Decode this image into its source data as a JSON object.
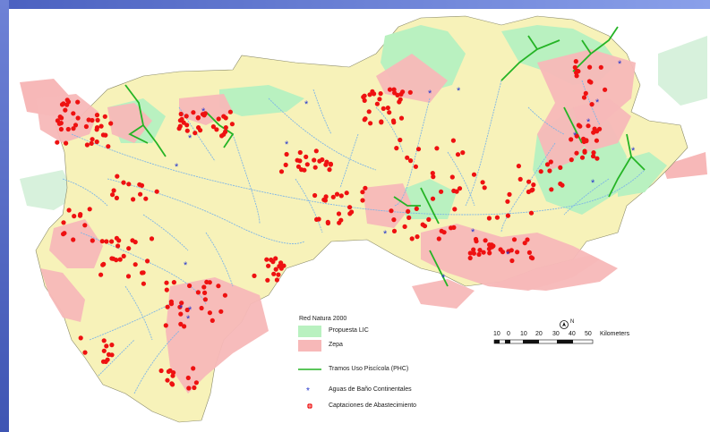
{
  "legend": {
    "title": "Red Natura 2000",
    "items": [
      {
        "label": "Propuesta LIC",
        "color": "#b9f1c0"
      },
      {
        "label": "Zepa",
        "color": "#f7b8b8"
      },
      {
        "label": "Tramos Uso Piscícola (PHC)",
        "color": "#25b425"
      },
      {
        "label": "Aguas de Baño Continentales",
        "color": "#2233cc"
      },
      {
        "label": "Captaciones de Abastecimiento",
        "color": "#ee1111"
      }
    ]
  },
  "scale_bar": {
    "labels": [
      "10",
      "0",
      "10",
      "20",
      "30",
      "40",
      "50"
    ],
    "unit": "Kilometers"
  },
  "north_arrow": {
    "label": "N"
  },
  "colors": {
    "basin_fill": "#f7f2b9",
    "outside_lic": "#d7f1dc",
    "lic": "#b9f1c0",
    "zepa": "#f7b8b8",
    "rivers": "#7fb6e6",
    "fish_reaches": "#25b425",
    "bathing": "#2233cc",
    "supply": "#ee1111",
    "frame": "#5a6fc4"
  }
}
